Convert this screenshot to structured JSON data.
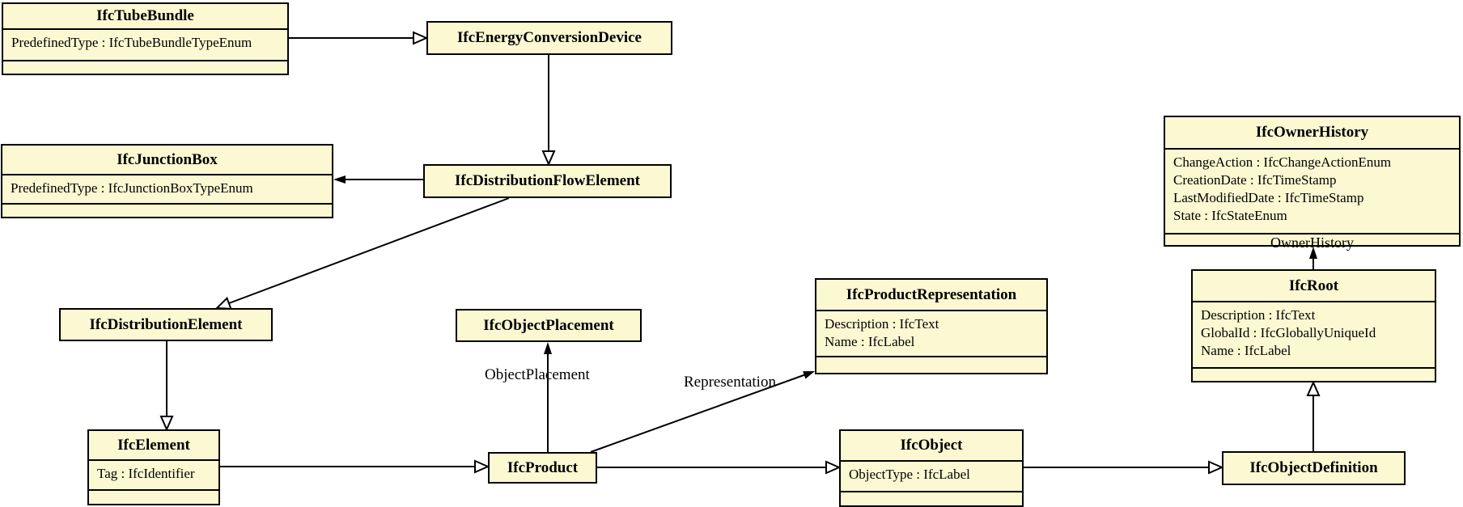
{
  "colors": {
    "background": "#FFFFFF",
    "box_fill": "#FBF8D2",
    "box_border": "#000000",
    "line_color": "#000000"
  },
  "classes": [
    {
      "name": "IfcTubeBundle",
      "attributes": [
        "PredefinedType : IfcTubeBundleTypeEnum"
      ]
    },
    {
      "name": "IfcEnergyConversionDevice",
      "attributes": []
    },
    {
      "name": "IfcJunctionBox",
      "attributes": [
        "PredefinedType : IfcJunctionBoxTypeEnum"
      ]
    },
    {
      "name": "IfcDistributionFlowElement",
      "attributes": []
    },
    {
      "name": "IfcDistributionElement",
      "attributes": []
    },
    {
      "name": "IfcElement",
      "attributes": [
        "Tag : IfcIdentifier"
      ]
    },
    {
      "name": "IfcObjectPlacement",
      "attributes": []
    },
    {
      "name": "IfcProduct",
      "attributes": []
    },
    {
      "name": "IfcProductRepresentation",
      "attributes": [
        "Description : IfcText",
        "Name : IfcLabel"
      ]
    },
    {
      "name": "IfcObject",
      "attributes": [
        "ObjectType : IfcLabel"
      ]
    },
    {
      "name": "IfcOwnerHistory",
      "attributes": [
        "ChangeAction : IfcChangeActionEnum",
        "CreationDate : IfcTimeStamp",
        "LastModifiedDate : IfcTimeStamp",
        "State : IfcStateEnum"
      ],
      "footer_label": "OwnerHistory"
    },
    {
      "name": "IfcRoot",
      "attributes": [
        "Description : IfcText",
        "GlobalId : IfcGloballyUniqueId",
        "Name : IfcLabel"
      ]
    },
    {
      "name": "IfcObjectDefinition",
      "attributes": []
    }
  ],
  "edge_labels": {
    "object_placement": "ObjectPlacement",
    "representation": "Representation",
    "owner_history": "OwnerHistory"
  },
  "relationships": [
    {
      "from": "IfcTubeBundle",
      "to": "IfcEnergyConversionDevice",
      "type": "generalization"
    },
    {
      "from": "IfcEnergyConversionDevice",
      "to": "IfcDistributionFlowElement",
      "type": "generalization"
    },
    {
      "from": "IfcDistributionFlowElement",
      "to": "IfcJunctionBox",
      "type": "arrow"
    },
    {
      "from": "IfcDistributionFlowElement",
      "to": "IfcDistributionElement",
      "type": "generalization"
    },
    {
      "from": "IfcDistributionElement",
      "to": "IfcElement",
      "type": "generalization"
    },
    {
      "from": "IfcElement",
      "to": "IfcProduct",
      "type": "generalization"
    },
    {
      "from": "IfcProduct",
      "to": "IfcObjectPlacement",
      "type": "association",
      "label": "ObjectPlacement"
    },
    {
      "from": "IfcProduct",
      "to": "IfcProductRepresentation",
      "type": "association",
      "label": "Representation"
    },
    {
      "from": "IfcProduct",
      "to": "IfcObject",
      "type": "generalization"
    },
    {
      "from": "IfcObject",
      "to": "IfcObjectDefinition",
      "type": "generalization"
    },
    {
      "from": "IfcObjectDefinition",
      "to": "IfcRoot",
      "type": "generalization"
    },
    {
      "from": "IfcRoot",
      "to": "IfcOwnerHistory",
      "type": "association",
      "label": "OwnerHistory"
    }
  ]
}
